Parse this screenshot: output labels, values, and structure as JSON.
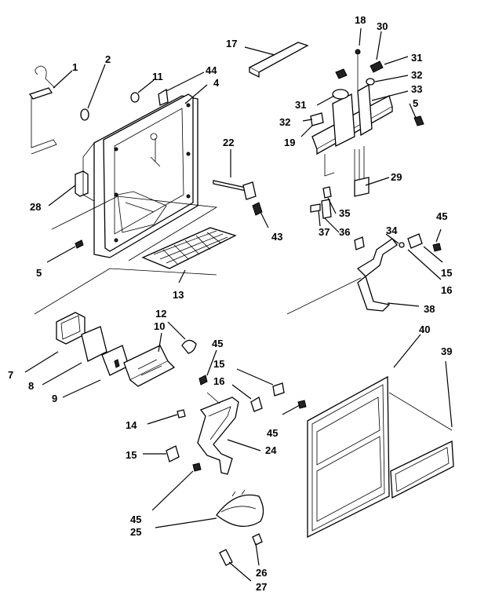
{
  "diagram": {
    "callouts": {
      "c1": "1",
      "c2": "2",
      "c11": "11",
      "c44": "44",
      "c4": "4",
      "c17": "17",
      "c18": "18",
      "c30": "30",
      "c31a": "31",
      "c32a": "32",
      "c33": "33",
      "c5a": "5",
      "c31b": "31",
      "c32b": "32",
      "c19": "19",
      "c22": "22",
      "c29": "29",
      "c28": "28",
      "c35": "35",
      "c37": "37",
      "c36": "36",
      "c34": "34",
      "c45a": "45",
      "c43": "43",
      "c5b": "5",
      "c15a": "15",
      "c16a": "16",
      "c13": "13",
      "c38": "38",
      "c12": "12",
      "c10": "10",
      "c45b": "45",
      "c40": "40",
      "c39": "39",
      "c7": "7",
      "c8": "8",
      "c9": "9",
      "c15b": "15",
      "c16b": "16",
      "c14": "14",
      "c45c": "45",
      "c24": "24",
      "c15c": "15",
      "c45d": "45",
      "c25": "25",
      "c26": "26",
      "c27": "27"
    }
  }
}
